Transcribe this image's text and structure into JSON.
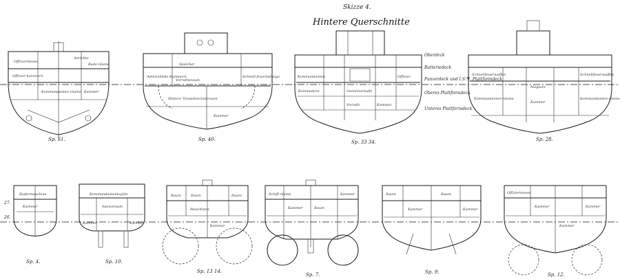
{
  "header": {
    "skizze": "Skizze 4.",
    "title": "Hintere Querschnitte"
  },
  "waterline_labels": [
    "27.",
    "26."
  ],
  "sections": [
    {
      "id": "sp51",
      "label": "Sp. 51.",
      "rooms": [
        "Offiziermesse",
        "Anrichte",
        "Bade-räume",
        "Offizier-kammern",
        "Kommandanten-räume",
        "Kammer"
      ]
    },
    {
      "id": "sp40",
      "label": "Sp. 40.",
      "rooms": [
        "Admiralitäts-Kammern",
        "Speicher",
        "Hintere Torpedoschutzraum",
        "Schnell-feuerladungs",
        "Vorrathsraum",
        "Kammer"
      ]
    },
    {
      "id": "sp3334",
      "label": "Sp. 33 34.",
      "rooms": [
        "Kommandanten",
        "Offizier",
        "Kommodore",
        "Gemeinschafts",
        "Vorrath",
        "Kammer"
      ],
      "side_labels": [
        "Oberdeck",
        "Batteriedeck",
        "Panzerdeck und I.S.*I. Plattformdeck",
        "Oberes Plattformdeck",
        "Unteres Plattformdeck"
      ]
    },
    {
      "id": "sp28",
      "label": "Sp. 28.",
      "rooms": [
        "Schnellfeuerwaffen",
        "Schnellfeuerwaffen",
        "Magazin",
        "Kommandanten-räume",
        "Kammer",
        "Kommandanten-räume"
      ]
    },
    {
      "id": "sp4",
      "label": "Sp. 4.",
      "rooms": [
        "Rudermaschine",
        "Kammer"
      ]
    },
    {
      "id": "sp10",
      "label": "Sp. 10.",
      "rooms": [
        "Kommandantenkajüte",
        "Speiseraum",
        "Kammer",
        "Kammer"
      ]
    },
    {
      "id": "sp1314",
      "label": "Sp. 13 14.",
      "rooms": [
        "Raum",
        "Raum",
        "Raum",
        "Maschinen",
        "Kammer"
      ]
    },
    {
      "id": "sp7",
      "label": "Sp. 7.",
      "rooms": [
        "Schiff-räume",
        "Kammer",
        "Raum",
        "Kammer"
      ]
    },
    {
      "id": "sp9",
      "label": "Sp. 9.",
      "rooms": [
        "Raum",
        "Kammer",
        "Raum",
        "Kammer"
      ]
    },
    {
      "id": "sp12",
      "label": "Sp. 12.",
      "rooms": [
        "Offiziermesse",
        "Kammer",
        "Kammer",
        "Kammer"
      ]
    }
  ]
}
